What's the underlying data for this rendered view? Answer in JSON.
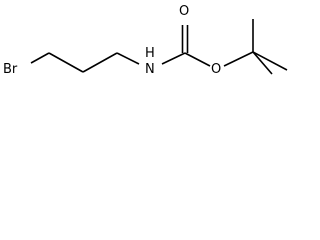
{
  "structure": {
    "atoms": {
      "bromine": "Br",
      "nitrogen_top": "H",
      "nitrogen": "N",
      "carbonyl_oxygen": "O",
      "ester_oxygen": "O"
    }
  },
  "colors": {
    "bond": "#000000",
    "text": "#000000",
    "background": "#ffffff"
  }
}
